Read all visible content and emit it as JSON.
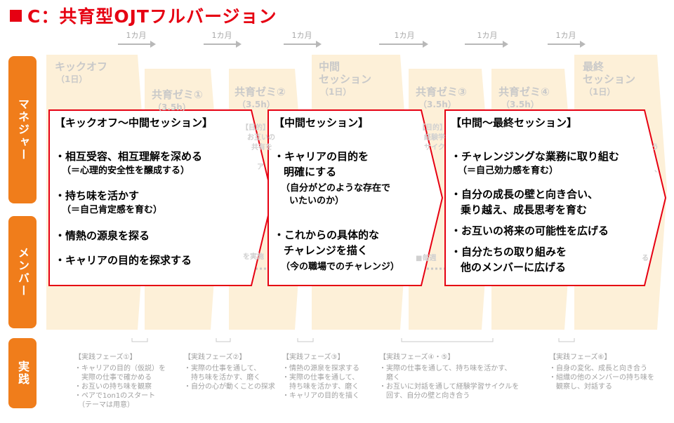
{
  "title": "C：共育型OJTフルバージョン",
  "month_label": "1カ月",
  "rows": {
    "manager": "マネジャー",
    "member": "メンバー",
    "practice": "実践"
  },
  "phases": [
    {
      "name": "キックオフ",
      "sub": "（1日）"
    },
    {
      "name": "共育ゼミ①",
      "sub": "（3.5h）"
    },
    {
      "name": "共育ゼミ②",
      "sub": "（3.5h）"
    },
    {
      "name": "中間\nセッション",
      "sub": "（1日）"
    },
    {
      "name": "共育ゼミ③",
      "sub": "（3.5h）"
    },
    {
      "name": "共育ゼミ④",
      "sub": "（3.5h）"
    },
    {
      "name": "最終\nセッション",
      "sub": "（1日）"
    }
  ],
  "ghost_text": {
    "g1": "【目的】",
    "g2": "お互いの",
    "g3": "共有を",
    "g4": "ア",
    "g5": "【目的】",
    "g6": "経験学",
    "g7": "サイク",
    "g8": "う",
    "g9": "、",
    "m1": "を実施",
    "m2": "■毎週",
    "m3": "る"
  },
  "boxes": [
    {
      "title": "【キックオフ～中間セッション】",
      "items": [
        {
          "main": "・相互受容、相互理解を深める",
          "sub": "（＝心理的安全性を醸成する）"
        },
        {
          "main": "・持ち味を活かす",
          "sub": "（＝自己肯定感を育む）"
        },
        {
          "main": "・情熱の源泉を探る",
          "sub": ""
        },
        {
          "main": "・キャリアの目的を探求する",
          "sub": ""
        }
      ]
    },
    {
      "title": "【中間セッション】",
      "items": [
        {
          "main": "・キャリアの目的を",
          "cont": "明確にする",
          "sub": "（自分がどのような存在で",
          "sub2": "いたいのか）"
        },
        {
          "main": "・これからの具体的な",
          "cont": "チャレンジを描く",
          "sub": "（今の職場でのチャレンジ）"
        }
      ]
    },
    {
      "title": "【中間～最終セッション】",
      "items": [
        {
          "main": "・チャレンジングな業務に取り組む",
          "sub": "（＝自己効力感を育む）"
        },
        {
          "main": "・自分の成長の壁と向き合い、",
          "cont": "乗り越え、成長思考を育む"
        },
        {
          "main": "・お互いの将来の可能性を広げる"
        },
        {
          "main": "・自分たちの取り組みを",
          "cont": "他のメンバーに広げる"
        }
      ]
    }
  ],
  "practice": [
    {
      "header": "【実践フェーズ①】",
      "items": [
        "・キャリアの目的（仮説）を",
        "　実際の仕事で確かめる",
        "・お互いの持ち味を観察",
        "・ペアで1on1のスタート",
        "　（テーマは用意）"
      ]
    },
    {
      "header": "【実践フェーズ②】",
      "items": [
        "・実際の仕事を通して、",
        "　持ち味を活かす、磨く",
        "・自分の心が動くことの探求"
      ]
    },
    {
      "header": "【実践フェーズ③】",
      "items": [
        "・情熱の源泉を探求する",
        "・実際の仕事を通して、",
        "　持ち味を活かす、磨く",
        "・キャリアの目的を描く"
      ]
    },
    {
      "header": "【実践フェーズ④・⑤】",
      "items": [
        "・実際の仕事を通して、持ち味を活かす、",
        "　磨く",
        "・お互いに対話を通して経験学習サイクルを",
        "　回す、自分の壁と向き合う"
      ]
    },
    {
      "header": "【実践フェーズ⑥】",
      "items": [
        "・自身の変化、成長と向き合う",
        "・組織の他のメンバーの持ち味を",
        "　観察し、対話する"
      ]
    }
  ]
}
